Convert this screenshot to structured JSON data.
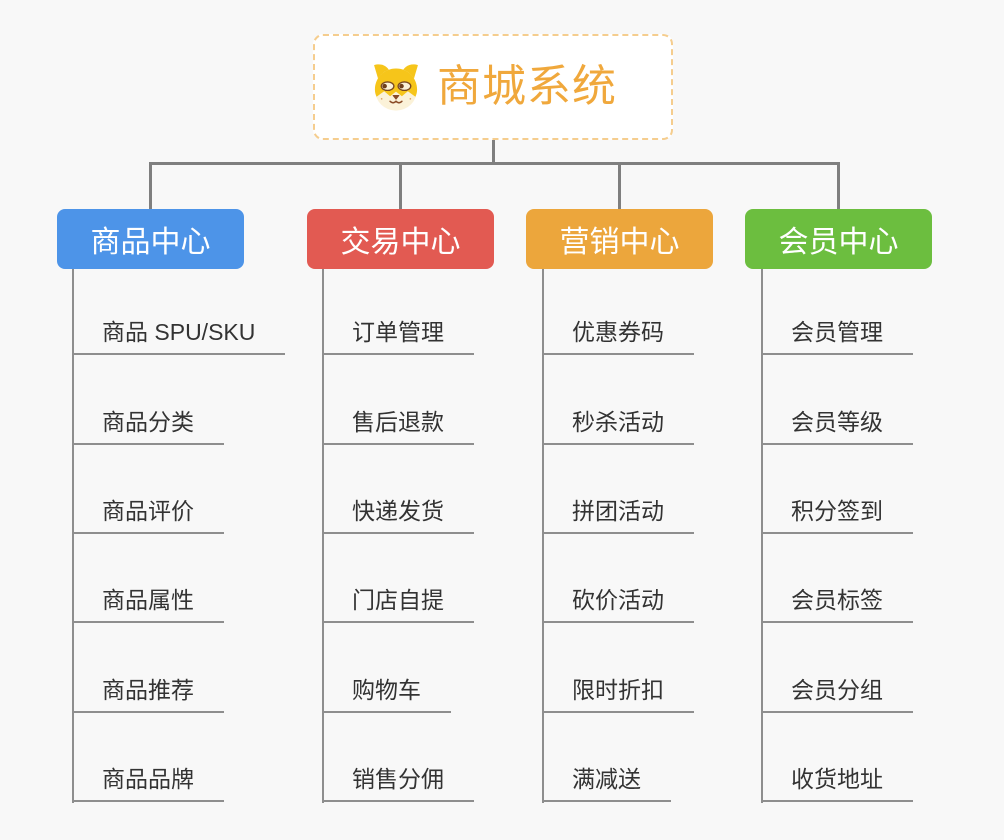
{
  "app": {
    "background": "#f8f8f8",
    "connector_color": "#7f7f7f",
    "trunk_color": "#8e8e8e",
    "leaf_text_color": "#333333"
  },
  "root": {
    "title": "商城系统",
    "icon": "dog-face-icon",
    "text_color": "#f0a83c",
    "border_color": "#f5cd8e"
  },
  "branches": [
    {
      "label": "商品中心",
      "color": "#4d94e8",
      "children": [
        "商品 SPU/SKU",
        "商品分类",
        "商品评价",
        "商品属性",
        "商品推荐",
        "商品品牌"
      ]
    },
    {
      "label": "交易中心",
      "color": "#e25a52",
      "children": [
        "订单管理",
        "售后退款",
        "快递发货",
        "门店自提",
        "购物车",
        "销售分佣"
      ]
    },
    {
      "label": "营销中心",
      "color": "#eca63c",
      "children": [
        "优惠券码",
        "秒杀活动",
        "拼团活动",
        "砍价活动",
        "限时折扣",
        "满减送"
      ]
    },
    {
      "label": "会员中心",
      "color": "#6cbe3f",
      "children": [
        "会员管理",
        "会员等级",
        "积分签到",
        "会员标签",
        "会员分组",
        "收货地址"
      ]
    }
  ]
}
